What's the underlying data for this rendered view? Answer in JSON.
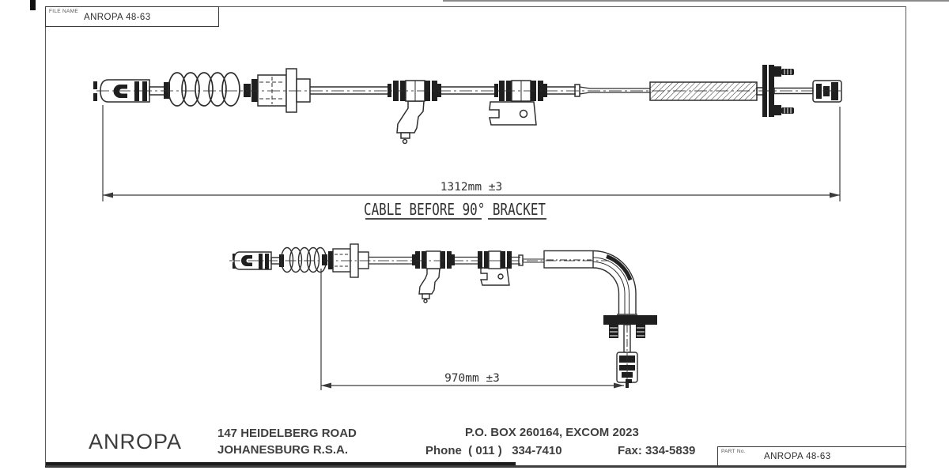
{
  "file_block": {
    "label": "FILE NAME",
    "value": "ANROPA 48-63"
  },
  "part_block": {
    "label": "PART No.",
    "value": "ANROPA 48-63"
  },
  "top_view": {
    "dimension": "1312mm ±3",
    "caption": "CABLE BEFORE 90° BRACKET"
  },
  "side_view": {
    "dimension": "970mm ±3"
  },
  "footer": {
    "company": "ANROPA",
    "address1": "147 HEIDELBERG ROAD",
    "address2": "JOHANESBURG R.S.A.",
    "po_box": "P.O. BOX 260164, EXCOM 2023",
    "phone": "Phone  ( 011 )   334-7410",
    "fax": "Fax: 334-5839"
  },
  "colors": {
    "line": "#2e2e2e",
    "ink": "#1f1f1f",
    "text": "#333333"
  }
}
